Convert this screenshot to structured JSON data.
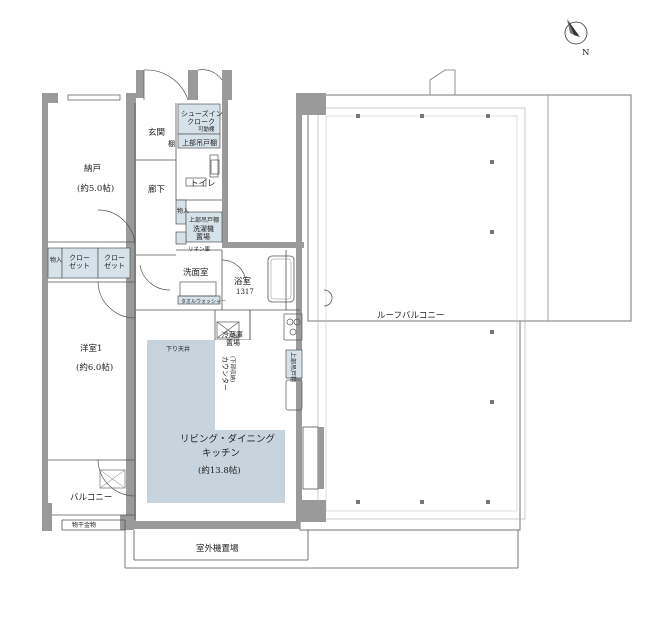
{
  "colors": {
    "wall": "#9a9a9a",
    "ldk_floor": "#c7d3dd",
    "storage_fill": "#d6e2ea",
    "line": "#555555",
    "compass": "#333333"
  },
  "compass": {
    "direction": "N",
    "icon": "compass-icon"
  },
  "rooms": {
    "genkan": "玄関",
    "tana": "棚",
    "shoes_in_cloak": "シューズイン",
    "shoes_in_cloak2": "クローク",
    "movable_shelf": "可動棚",
    "upper_cabinet_top": "上部吊戸棚",
    "toilet": "トイレ",
    "corridor": "廊下",
    "nando": "納戸",
    "nando_area": "(約5.0帖)",
    "storage_small": "物入",
    "upper_cabinet_mid": "上部吊戸棚",
    "washer_space": "洗濯機",
    "washer_space2": "置場",
    "linen": "リネン庫",
    "monoire_left": "物入",
    "closet_left": "クロー",
    "closet_left2": "ゼット",
    "closet_right": "クロー",
    "closet_right2": "ゼット",
    "washroom": "洗面室",
    "bathroom": "浴室",
    "bathroom_size": "1317",
    "towel_rack": "タオルウォッシャー",
    "fridge": "冷蔵庫",
    "fridge2": "置場",
    "lower_ceiling": "下り天井",
    "counter": "(下部収納)",
    "counter2": "カウンター",
    "upper_cabinet_kitchen": "上部吊戸棚",
    "yoshitsu": "洋室1",
    "yoshitsu_area": "(約6.0帖)",
    "ldk": "リビング・ダイニング",
    "ldk2": "キッチン",
    "ldk_area": "(約13.8帖)",
    "balcony": "バルコニー",
    "drying_rack": "物干金物",
    "outdoor_unit": "室外機置場",
    "roof_balcony": "ルーフバルコニー"
  }
}
